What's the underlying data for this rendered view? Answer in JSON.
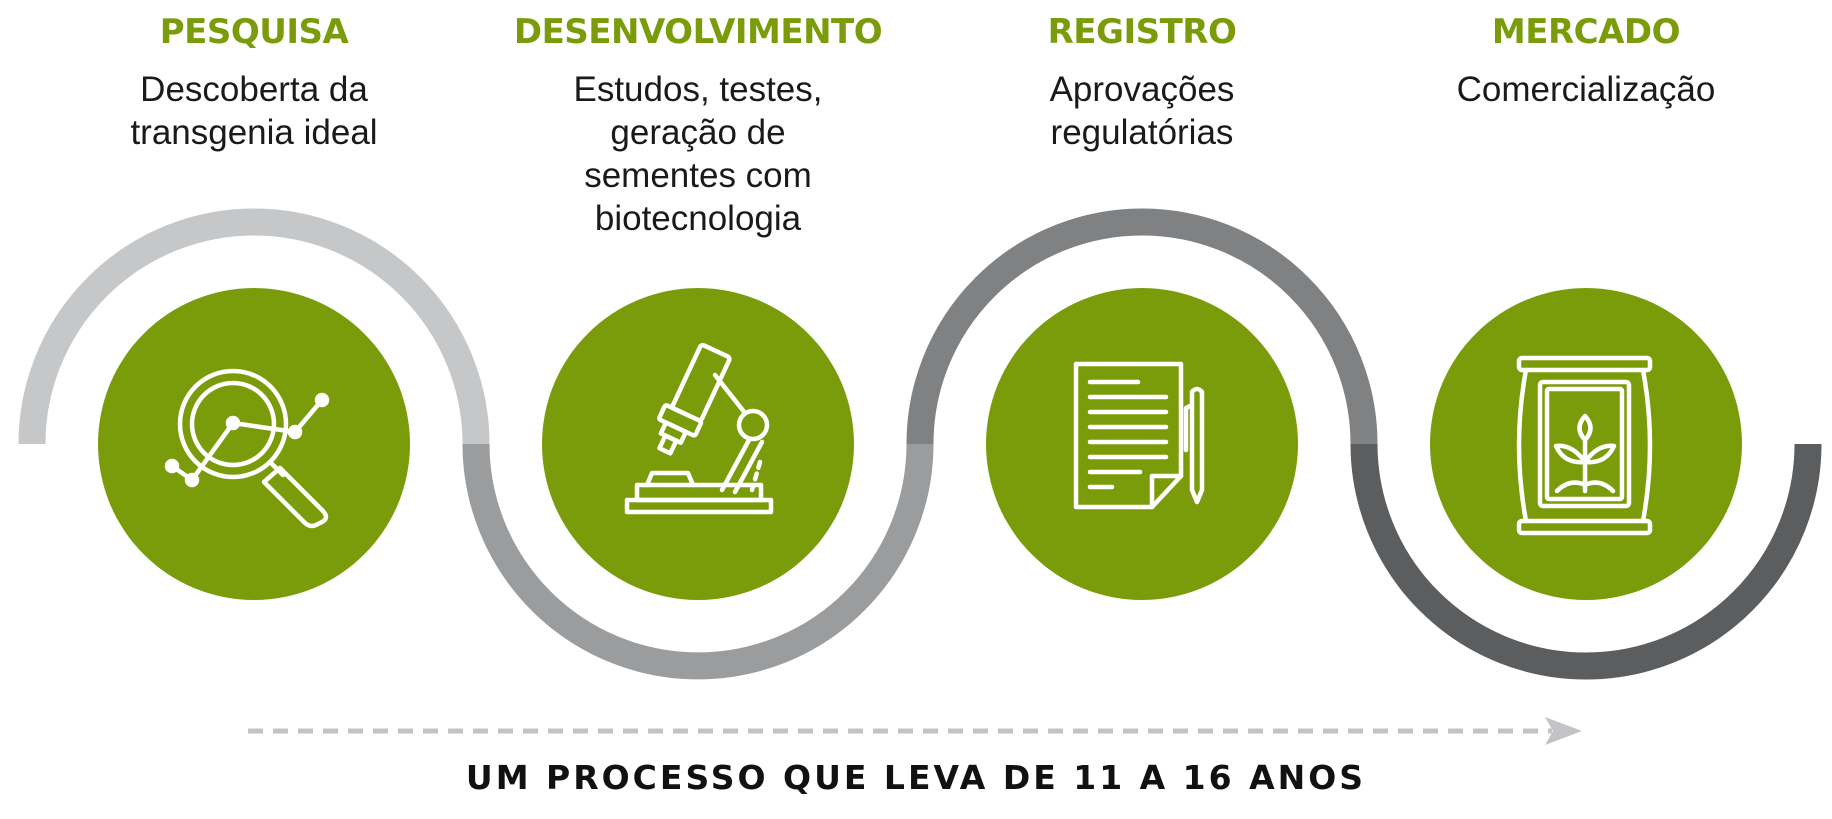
{
  "stages": [
    {
      "title": "PESQUISA",
      "lines": [
        "Descoberta da",
        "transgenia ideal"
      ],
      "icon": "magnifier-analytics-icon"
    },
    {
      "title": "DESENVOLVIMENTO",
      "lines": [
        "Estudos, testes,",
        "geração de",
        "sementes com",
        "biotecnologia"
      ],
      "icon": "microscope-icon"
    },
    {
      "title": "REGISTRO",
      "lines": [
        "Aprovações",
        "regulatórias"
      ],
      "icon": "document-pen-icon"
    },
    {
      "title": "MERCADO",
      "lines": [
        "Comercialização"
      ],
      "icon": "seed-bag-icon"
    }
  ],
  "footer": {
    "text": "UM PROCESSO QUE LEVA DE 11 A 16 ANOS"
  },
  "colors": {
    "accent_green": "#7a9c0a",
    "arc_light": "#c6c7c9",
    "arc_mid": "#9b9c9e",
    "arc_dark_mid": "#808183",
    "arc_dark": "#5c5d5f",
    "arrow": "#c2c3c5",
    "text": "#1a1a1a",
    "icon_stroke": "#ffffff"
  }
}
